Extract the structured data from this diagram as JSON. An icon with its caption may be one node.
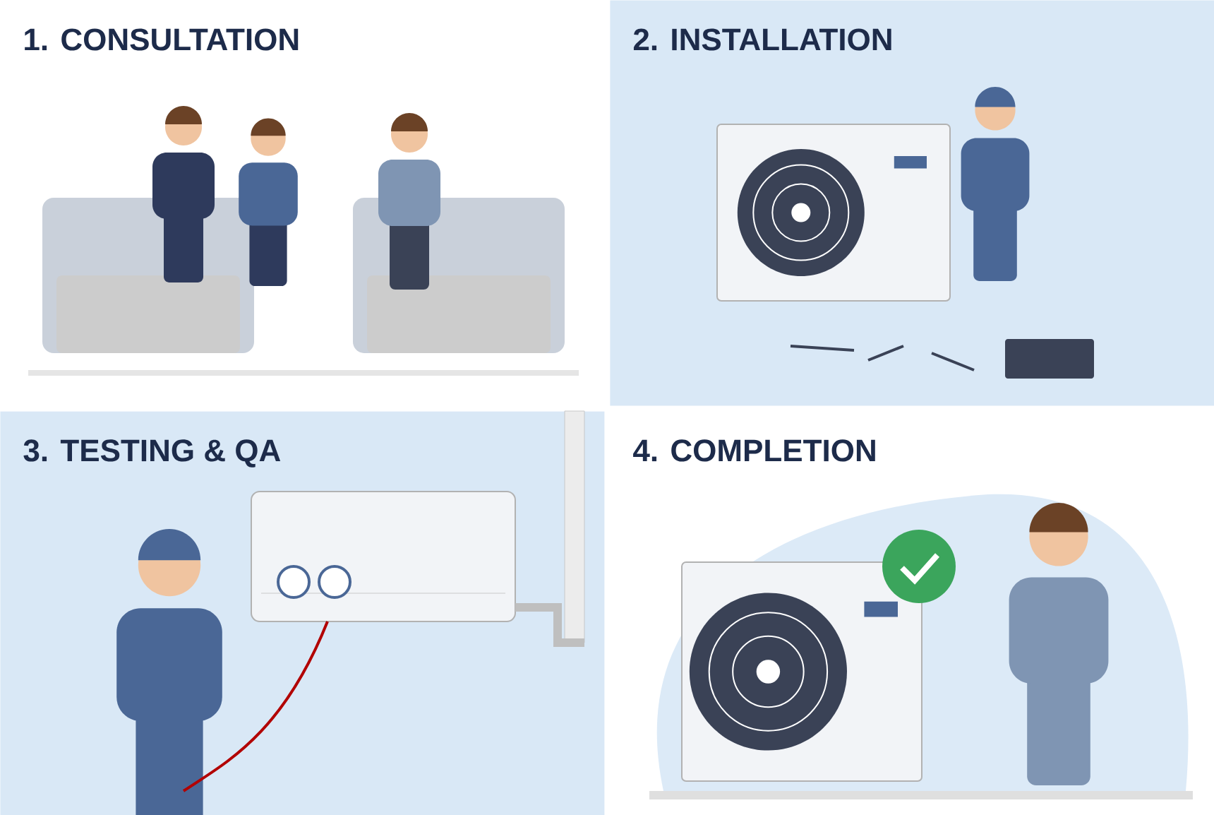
{
  "diagram": {
    "nodes": [
      {
        "text": [
          "1. CONSULTATION"
        ]
      },
      {
        "text": [
          "2. INSTALLATION"
        ]
      },
      {
        "text": [
          "3. TESTING & QA"
        ]
      },
      {
        "text": [
          "4. COMPLETION"
        ]
      }
    ]
  }
}
